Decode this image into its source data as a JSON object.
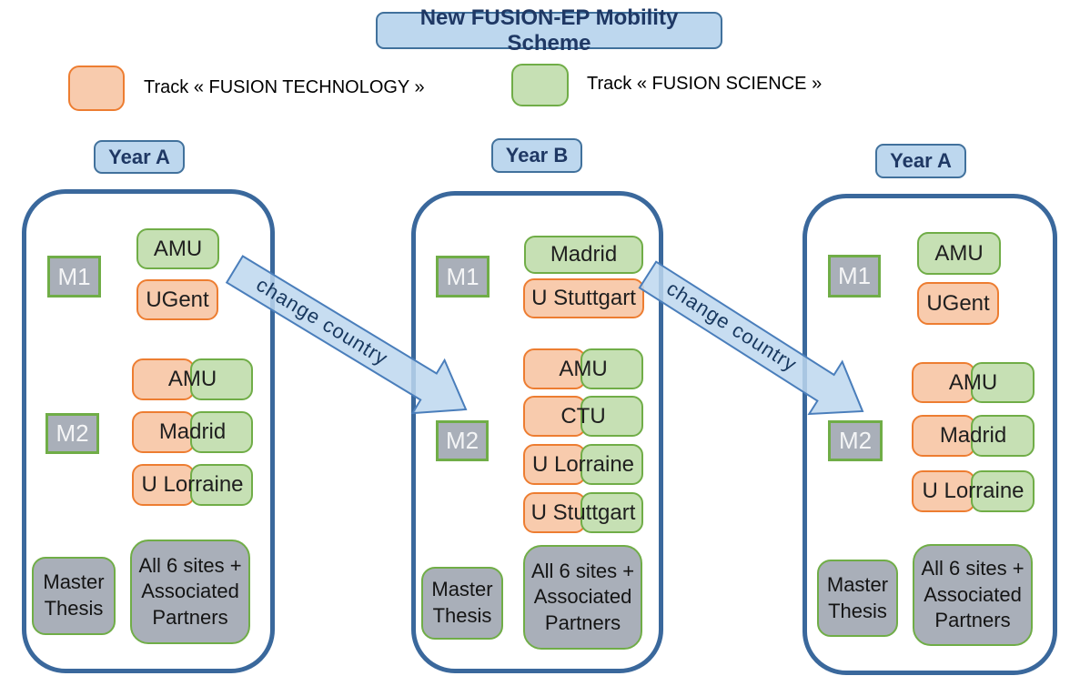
{
  "title": "New FUSION-EP Mobility Scheme",
  "legend": {
    "technology": "Track « FUSION TECHNOLOGY »",
    "science": "Track « FUSION SCIENCE »"
  },
  "arrow_label": "change country",
  "colors": {
    "track_technology_fill": "#F8CBAD",
    "track_technology_border": "#ED7D31",
    "track_science_fill": "#C6E0B4",
    "track_science_border": "#70AD47",
    "panel_border": "#3A689C",
    "label_fill": "#BDD7EE",
    "label_border": "#41719C",
    "gray_fill": "#A9AFB9",
    "title_text": "#1F3864",
    "arrow_border": "#4A7EBB",
    "arrow_text": "#17375E"
  },
  "columns": [
    {
      "year": "Year A",
      "m1_label": "M1",
      "m1_items": [
        "AMU",
        "UGent"
      ],
      "m2_label": "M2",
      "m2_items": [
        "AMU",
        "Madrid",
        "U Lorraine"
      ],
      "master_thesis": "Master Thesis",
      "all_sites": "All 6 sites + Associated Partners"
    },
    {
      "year": "Year B",
      "m1_label": "M1",
      "m1_items": [
        "Madrid",
        "U Stuttgart"
      ],
      "m2_label": "M2",
      "m2_items": [
        "AMU",
        "CTU",
        "U Lorraine",
        "U Stuttgart"
      ],
      "master_thesis": "Master Thesis",
      "all_sites": "All 6 sites + Associated Partners"
    },
    {
      "year": "Year A",
      "m1_label": "M1",
      "m1_items": [
        "AMU",
        "UGent"
      ],
      "m2_label": "M2",
      "m2_items": [
        "AMU",
        "Madrid",
        "U Lorraine"
      ],
      "master_thesis": "Master Thesis",
      "all_sites": "All 6 sites + Associated Partners"
    }
  ]
}
